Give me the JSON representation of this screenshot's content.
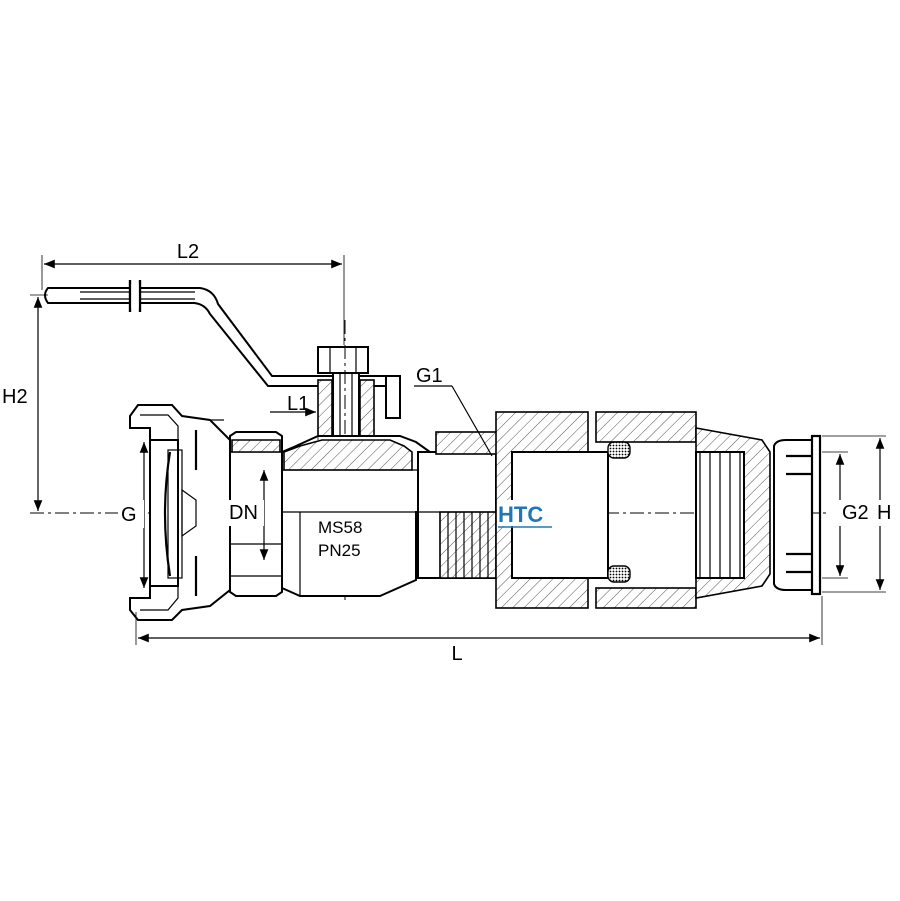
{
  "labels": {
    "l2": "L2",
    "h2": "H2",
    "l1": "L1",
    "g1": "G1",
    "g": "G",
    "dn": "DN",
    "g2": "G2",
    "h": "H",
    "l": "L"
  },
  "body_markings": {
    "material": "MS58",
    "pressure": "PN25"
  },
  "brand": "HTC",
  "colors": {
    "brand": "#1f78b4",
    "line": "#000000"
  }
}
